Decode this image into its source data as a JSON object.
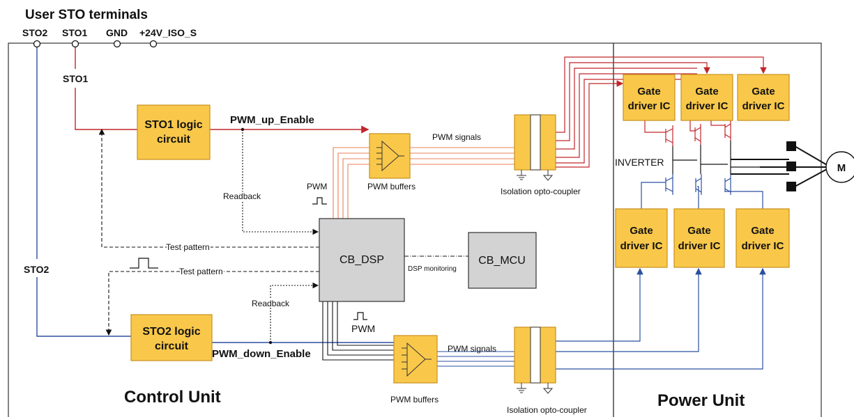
{
  "terminals": {
    "title": "User STO terminals",
    "sto2": "STO2",
    "sto1": "STO1",
    "gnd": "GND",
    "v24": "+24V_ISO_S"
  },
  "labels": {
    "sto1_line": "STO1",
    "sto2_line": "STO2",
    "pwm_up_enable": "PWM_up_Enable",
    "pwm_down_enable": "PWM_down_Enable",
    "readback_top": "Readback",
    "readback_bottom": "Readback",
    "test_pattern_1": "Test pattern",
    "test_pattern_2": "Test pattern",
    "pwm_top": "PWM",
    "pwm_bottom": "PWM",
    "pwm_signals_top": "PWM signals",
    "pwm_signals_bottom": "PWM signals",
    "pwm_buffers_top": "PWM buffers",
    "pwm_buffers_bottom": "PWM buffers",
    "isolation_top": "Isolation opto-coupler",
    "isolation_bottom": "Isolation opto-coupler",
    "dsp_monitoring": "DSP monitoring",
    "inverter": "INVERTER",
    "motor": "M"
  },
  "blocks": {
    "sto1_logic": [
      "STO1 logic",
      "circuit"
    ],
    "sto2_logic": [
      "STO2 logic",
      "circuit"
    ],
    "cb_dsp": "CB_DSP",
    "cb_mcu": "CB_MCU",
    "gate_driver": [
      "Gate",
      "driver IC"
    ]
  },
  "sections": {
    "control_unit": "Control Unit",
    "power_unit": "Power Unit"
  },
  "colors": {
    "block_fill": "#F9C84A",
    "block_stroke": "#C8901B",
    "dsp_fill": "#D3D3D3",
    "red_line": "#C0262B",
    "orange_line": "#E8825A",
    "blue_line": "#2B4FA0",
    "frame": "#333333"
  }
}
